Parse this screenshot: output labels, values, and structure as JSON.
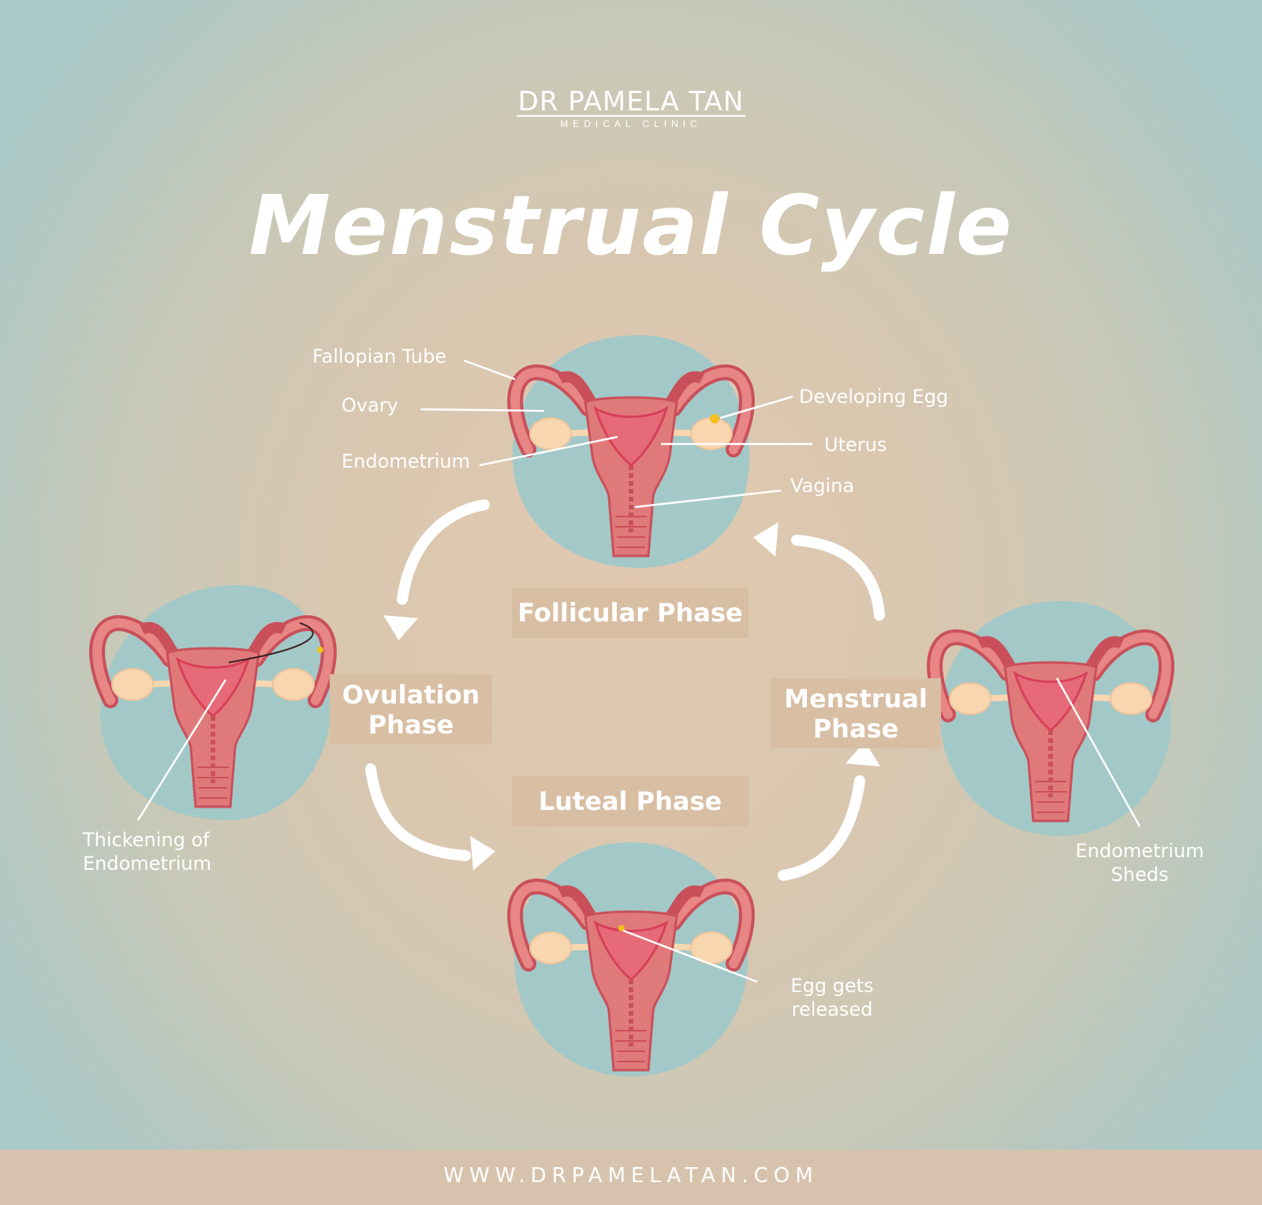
{
  "logo": {
    "name": "DR PAMELA TAN",
    "subtitle": "MEDICAL CLINIC"
  },
  "title": "Menstrual Cycle",
  "phases": {
    "follicular": "Follicular Phase",
    "ovulation": "Ovulation Phase",
    "luteal": "Luteal Phase",
    "menstrual": "Menstrual Phase"
  },
  "anatomy_labels": {
    "fallopian_tube": "Fallopian Tube",
    "ovary": "Ovary",
    "endometrium": "Endometrium",
    "developing_egg": "Developing Egg",
    "uterus": "Uterus",
    "vagina": "Vagina"
  },
  "annotations": {
    "thickening": "Thickening of Endometrium",
    "egg_released": "Egg gets released",
    "sheds": "Endometrium Sheds"
  },
  "footer": "WWW.DRPAMELATAN.COM",
  "colors": {
    "blob": "#a3c8c8",
    "uterus": "#e07a7a",
    "uterus_dark": "#c9505a",
    "ovary": "#f7d6b0",
    "egg": "#f2c01e",
    "box": "#d8bea3"
  }
}
